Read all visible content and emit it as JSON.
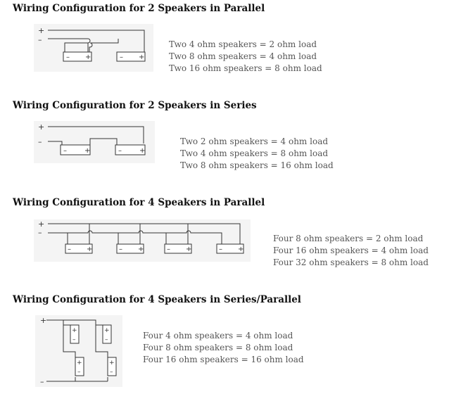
{
  "sections": [
    {
      "title": "Wiring Configuration for 2 Speakers in Parallel",
      "loads": [
        "Two 4 ohm speakers = 2 ohm load",
        "Two 8 ohm speakers = 4 ohm load",
        "Two 16 ohm speakers = 8 ohm load"
      ]
    },
    {
      "title": "Wiring Configuration for 2 Speakers in Series",
      "loads": [
        "Two 2 ohm speakers = 4 ohm load",
        "Two 4 ohm speakers = 8 ohm load",
        "Two 8 ohm speakers = 16 ohm load"
      ]
    },
    {
      "title": "Wiring Configuration for 4 Speakers in Parallel",
      "loads": [
        "Four 8 ohm speakers = 2 ohm load",
        "Four 16 ohm speakers = 4 ohm load",
        "Four 32 ohm speakers = 8 ohm load"
      ]
    },
    {
      "title": "Wiring Configuration for 4 Speakers in Series/Parallel",
      "loads": [
        "Four 4 ohm speakers = 4 ohm load",
        "Four 8 ohm speakers = 8 ohm load",
        "Four 16 ohm speakers = 16 ohm load"
      ]
    }
  ],
  "symbols": {
    "plus": "+",
    "minus": "–"
  }
}
